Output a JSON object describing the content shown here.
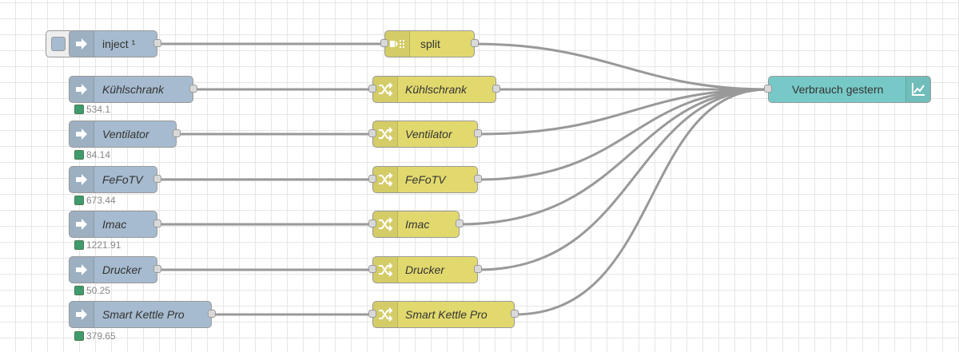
{
  "flow": {
    "inject_main": {
      "label": "inject ¹",
      "icon": "arrow-right-icon"
    },
    "split": {
      "label": "split",
      "icon": "split-icon"
    },
    "chart": {
      "label": "Verbrauch gestern",
      "icon": "chart-icon"
    },
    "rows": [
      {
        "inject_label": "Kühlschrank",
        "status": "534.1",
        "change_label": "Kühlschrank"
      },
      {
        "inject_label": "Ventilator",
        "status": "84.14",
        "change_label": "Ventilator"
      },
      {
        "inject_label": "FeFoTV",
        "status": "673.44",
        "change_label": "FeFoTV"
      },
      {
        "inject_label": "Imac",
        "status": "1221.91",
        "change_label": "Imac"
      },
      {
        "inject_label": "Drucker",
        "status": "50.25",
        "change_label": "Drucker"
      },
      {
        "inject_label": "Smart Kettle Pro",
        "status": "379.65",
        "change_label": "Smart Kettle Pro"
      }
    ],
    "colors": {
      "inject": "#a6bbcf",
      "change": "#e2d96e",
      "chart": "#77c9c7",
      "status_dot": "#3e9b6e",
      "wire": "#999999"
    }
  }
}
